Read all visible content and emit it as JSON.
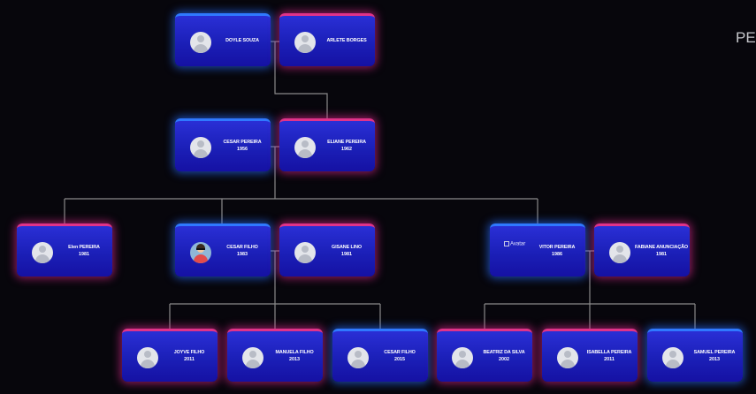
{
  "side_label": "PE",
  "people": {
    "doyle": {
      "name": "DOYLE SOUZA",
      "year": ""
    },
    "arlete": {
      "name": "ARLETE BORGES",
      "year": ""
    },
    "cesar_p": {
      "name": "CESAR PEREIRA",
      "year": "1956"
    },
    "eliane": {
      "name": "ELIANE PEREIRA",
      "year": "1962"
    },
    "elen": {
      "name": "Elen PEREIRA",
      "year": "1981"
    },
    "cesar_f": {
      "name": "CESAR FILHO",
      "year": "1983"
    },
    "gisane": {
      "name": "GISANE LINO",
      "year": "1981"
    },
    "vitor": {
      "name": "VITOR PEREIRA",
      "year": "1986",
      "avatar_alt": "Avatar"
    },
    "fabiane": {
      "name": "FABIANE ANUNCIAÇÃO",
      "year": "1981"
    },
    "joyve": {
      "name": "JOYVE FILHO",
      "year": "2011"
    },
    "manuela": {
      "name": "MANUELA FILHO",
      "year": "2013"
    },
    "cesar_f2": {
      "name": "CESAR FILHO",
      "year": "2015"
    },
    "beatriz": {
      "name": "BEATRIZ DA SILVA",
      "year": "2002"
    },
    "isabella": {
      "name": "ISABELLA PEREIRA",
      "year": "2011"
    },
    "samuel": {
      "name": "SAMUEL PEREIRA",
      "year": "2013"
    }
  },
  "colors": {
    "background": "#07060c",
    "male_border": "#2f79ff",
    "female_border": "#e0338a",
    "card_fill": "#1b1fb7",
    "connector": "#8a8a8a"
  }
}
